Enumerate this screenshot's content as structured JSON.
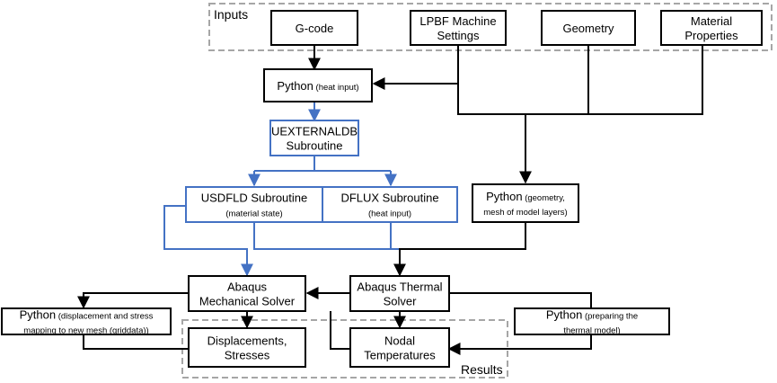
{
  "groups": {
    "inputs": {
      "label": "Inputs"
    },
    "results": {
      "label": "Results"
    }
  },
  "nodes": {
    "gcode": {
      "lines": [
        {
          "big": "G-code"
        }
      ]
    },
    "lpbf": {
      "lines": [
        {
          "big": "LPBF Machine"
        },
        {
          "big": "Settings"
        }
      ]
    },
    "geometry": {
      "lines": [
        {
          "big": "Geometry"
        }
      ]
    },
    "material": {
      "lines": [
        {
          "big": "Material"
        },
        {
          "big": "Properties"
        }
      ]
    },
    "python_heat": {
      "lines": [
        {
          "big": "Python",
          "small": "(heat input)"
        }
      ]
    },
    "uexternaldb": {
      "lines": [
        {
          "big": "UEXTERNALDB"
        },
        {
          "big": "Subroutine"
        }
      ]
    },
    "usdfld": {
      "lines": [
        {
          "big": "USDFLD Subroutine"
        },
        {
          "small": "(material state)"
        }
      ]
    },
    "dflux": {
      "lines": [
        {
          "big": "DFLUX Subroutine"
        },
        {
          "small": "(heat input)"
        }
      ]
    },
    "python_geom": {
      "lines": [
        {
          "big": "Python",
          "small": "(geometry,"
        },
        {
          "small": "mesh of model layers)"
        }
      ]
    },
    "mech_solver": {
      "lines": [
        {
          "big": "Abaqus"
        },
        {
          "big": "Mechanical Solver"
        }
      ]
    },
    "thermal_solver": {
      "lines": [
        {
          "big": "Abaqus Thermal"
        },
        {
          "big": "Solver"
        }
      ]
    },
    "python_disp": {
      "lines": [
        {
          "big": "Python",
          "small": "(displacement and stress"
        },
        {
          "small": "mapping to new mesh (griddata))"
        }
      ]
    },
    "displacements": {
      "lines": [
        {
          "big": "Displacements,"
        },
        {
          "big": "Stresses"
        }
      ]
    },
    "nodal_temps": {
      "lines": [
        {
          "big": "Nodal"
        },
        {
          "big": "Temperatures"
        }
      ]
    },
    "python_prep": {
      "lines": [
        {
          "big": "Python",
          "small": "(preparing the"
        },
        {
          "small": "thermal model)"
        }
      ]
    }
  },
  "colors": {
    "black": "#000000",
    "blue": "#4472c4",
    "gray": "#a6a6a6"
  }
}
